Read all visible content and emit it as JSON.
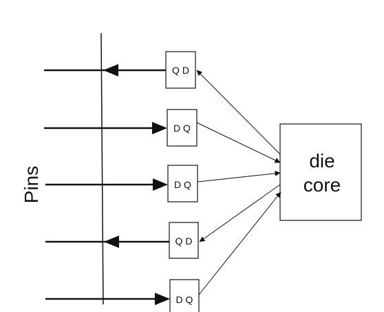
{
  "pins_label": "Pins",
  "core": {
    "line1": "die",
    "line2": "core"
  },
  "colors": {
    "stroke": "#111111",
    "background": "#ffffff"
  },
  "flipflops": [
    {
      "label": "Q D",
      "direction": "output"
    },
    {
      "label": "D Q",
      "direction": "input"
    },
    {
      "label": "D Q",
      "direction": "input"
    },
    {
      "label": "Q D",
      "direction": "output"
    },
    {
      "label": "D Q",
      "direction": "input"
    }
  ]
}
